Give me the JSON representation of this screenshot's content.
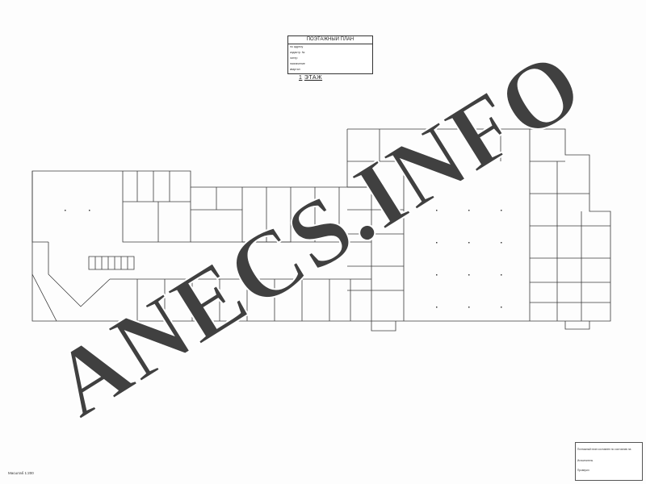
{
  "document": {
    "title": "ПОЭТАЖНЫЙ ПЛАН",
    "floor_number": "1",
    "floor_word": "ЭТАЖ",
    "scale": "Масштаб 1:200",
    "watermark": "ANECS.INFO",
    "title_block_rows": [
      "по адресу",
      "кадастр. №",
      "литер",
      "назначение",
      "квартал"
    ],
    "stamp_rows": [
      "Поэтажный план составлен по состоянию на",
      "Исполнитель",
      "Проверил"
    ]
  },
  "colors": {
    "line": "#3a3a3a",
    "watermark_fill": "#404040",
    "watermark_stroke": "#ffffff",
    "paper": "#fdfdfd"
  }
}
